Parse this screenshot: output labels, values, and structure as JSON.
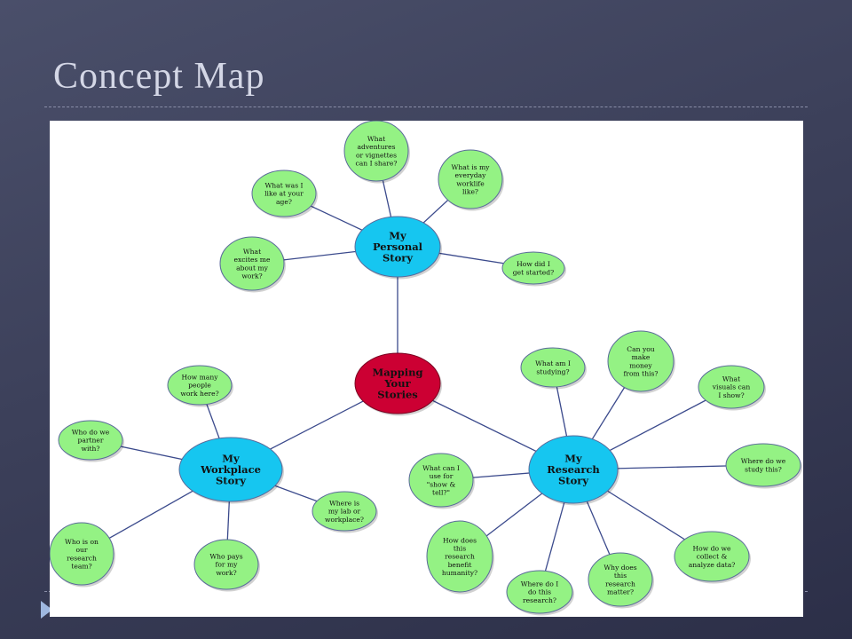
{
  "slide": {
    "title": "Concept Map"
  },
  "concept_map": {
    "colors": {
      "center_fill": "#cc0033",
      "main_fill": "#16c6f0",
      "leaf_fill": "#94f284",
      "edge": "#3b4a8c",
      "text": "#111111"
    },
    "nodes": {
      "center": {
        "label": "Mapping\nYour\nStories",
        "kind": "center"
      },
      "personal": {
        "label": "My\nPersonal\nStory",
        "kind": "main"
      },
      "workplace": {
        "label": "My\nWorkplace\nStory",
        "kind": "main"
      },
      "research": {
        "label": "My\nResearch\nStory",
        "kind": "main"
      },
      "p_adventures": {
        "label": "What\nadventures\nor vignettes\ncan I share?",
        "kind": "leaf"
      },
      "p_worklife": {
        "label": "What is my\neveryday\nworklife\nlike?",
        "kind": "leaf"
      },
      "p_age": {
        "label": "What was I\nlike at your\nage?",
        "kind": "leaf"
      },
      "p_excites": {
        "label": "What\nexcites me\nabout my\nwork?",
        "kind": "leaf"
      },
      "p_started": {
        "label": "How did I\nget started?",
        "kind": "leaf"
      },
      "w_howmany": {
        "label": "How many\npeople\nwork here?",
        "kind": "leaf"
      },
      "w_partner": {
        "label": "Who do we\npartner\nwith?",
        "kind": "leaf"
      },
      "w_team": {
        "label": "Who is on\nour\nresearch\nteam?",
        "kind": "leaf"
      },
      "w_pays": {
        "label": "Who pays\nfor my\nwork?",
        "kind": "leaf"
      },
      "w_lab": {
        "label": "Where is\nmy lab or\nworkplace?",
        "kind": "leaf"
      },
      "r_studying": {
        "label": "What am I\nstudying?",
        "kind": "leaf"
      },
      "r_money": {
        "label": "Can you\nmake\nmoney\nfrom this?",
        "kind": "leaf"
      },
      "r_visuals": {
        "label": "What\nvisuals can\nI show?",
        "kind": "leaf"
      },
      "r_where_study": {
        "label": "Where do we\nstudy this?",
        "kind": "leaf"
      },
      "r_collect": {
        "label": "How do we\ncollect &\nanalyze data?",
        "kind": "leaf"
      },
      "r_matter": {
        "label": "Why does\nthis\nresearch\nmatter?",
        "kind": "leaf"
      },
      "r_where_do": {
        "label": "Where do I\ndo this\nresearch?",
        "kind": "leaf"
      },
      "r_benefit": {
        "label": "How does\nthis\nresearch\nbenefit\nhumanity?",
        "kind": "leaf"
      },
      "r_show_tell": {
        "label": "What can I\nuse for\n\"show &\ntell?\"",
        "kind": "leaf"
      }
    },
    "edges": [
      [
        "center",
        "personal"
      ],
      [
        "center",
        "workplace"
      ],
      [
        "center",
        "research"
      ],
      [
        "personal",
        "p_adventures"
      ],
      [
        "personal",
        "p_worklife"
      ],
      [
        "personal",
        "p_age"
      ],
      [
        "personal",
        "p_excites"
      ],
      [
        "personal",
        "p_started"
      ],
      [
        "workplace",
        "w_howmany"
      ],
      [
        "workplace",
        "w_partner"
      ],
      [
        "workplace",
        "w_team"
      ],
      [
        "workplace",
        "w_pays"
      ],
      [
        "workplace",
        "w_lab"
      ],
      [
        "research",
        "r_studying"
      ],
      [
        "research",
        "r_money"
      ],
      [
        "research",
        "r_visuals"
      ],
      [
        "research",
        "r_where_study"
      ],
      [
        "research",
        "r_collect"
      ],
      [
        "research",
        "r_matter"
      ],
      [
        "research",
        "r_where_do"
      ],
      [
        "research",
        "r_benefit"
      ],
      [
        "research",
        "r_show_tell"
      ]
    ]
  }
}
